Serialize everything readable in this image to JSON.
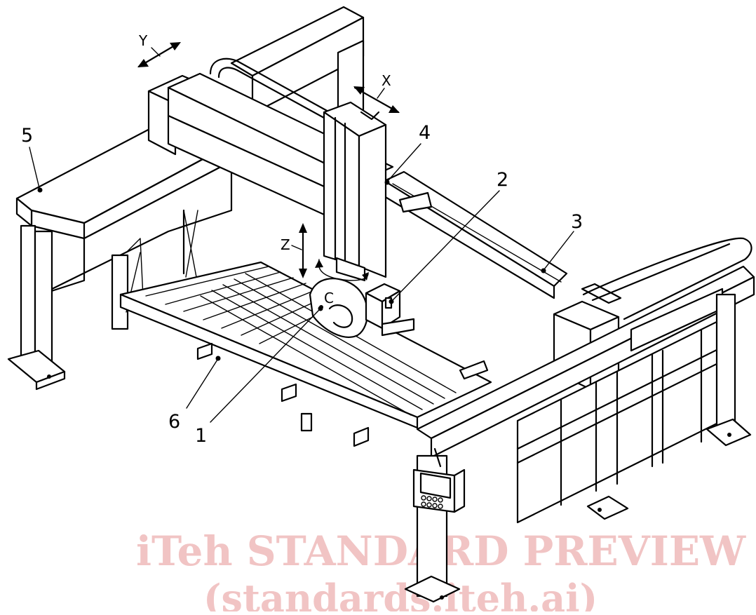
{
  "axes": {
    "x": "X",
    "y": "Y",
    "z": "Z",
    "c": "C"
  },
  "callouts": {
    "c1": "1",
    "c2": "2",
    "c3": "3",
    "c4": "4",
    "c5": "5",
    "c6": "6"
  },
  "watermark": {
    "line1": "iTeh STANDARD PREVIEW",
    "line2": "(standards.iteh.ai)"
  },
  "colors": {
    "ink": "#000000",
    "paper": "#ffffff",
    "watermark": "#f1c4c4"
  }
}
